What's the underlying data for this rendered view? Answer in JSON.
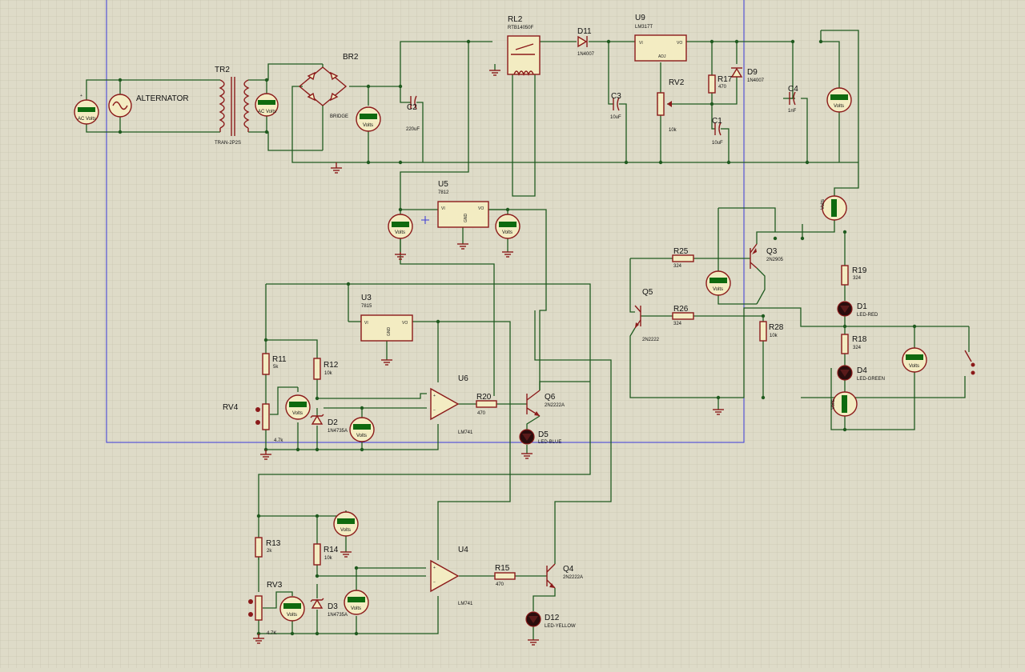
{
  "labels": {
    "alternator": "ALTERNATOR",
    "tr2": "TR2",
    "tr2_val": "TRAN-2P2S",
    "br2": "BR2",
    "bridge": "BRIDGE",
    "c2": "C2",
    "c2_val": "220uF",
    "rl2": "RL2",
    "rl2_val": "RTB14050F",
    "d11": "D11",
    "d11_val": "1N4007",
    "u9": "U9",
    "u9_val": "LM317T",
    "rv2": "RV2",
    "rv2_val": "10k",
    "r17": "R17",
    "r17_val": "470",
    "d9": "D9",
    "d9_val": "1N4007",
    "c3": "C3",
    "c3_val": "10uF",
    "c1": "C1",
    "c1_val": "10uF",
    "c4": "C4",
    "c4_val": "1nF",
    "u5": "U5",
    "u5_val": "7812",
    "u3": "U3",
    "u3_val": "7815",
    "u6": "U6",
    "u6_val": "LM741",
    "u4": "U4",
    "u4_val": "LM741",
    "r11": "R11",
    "r11_val": "5k",
    "r12": "R12",
    "r12_val": "10k",
    "rv4": "RV4",
    "rv4_val": "4.7k",
    "d2": "D2",
    "d2_val": "1N4735A",
    "r20": "R20",
    "r20_val": "470",
    "q6": "Q6",
    "q6_val": "2N2222A",
    "d5": "D5",
    "d5_val": "LED-BLUE",
    "r13": "R13",
    "r13_val": "2k",
    "r14": "R14",
    "r14_val": "10k",
    "rv3": "RV3",
    "rv3_val": "4.7K",
    "d3": "D3",
    "d3_val": "1N4735A",
    "r15": "R15",
    "r15_val": "470",
    "q4": "Q4",
    "q4_val": "2N2222A",
    "d12": "D12",
    "d12_val": "LED-YELLOW",
    "r25": "R25",
    "r25_val": "324",
    "q3": "Q3",
    "q3_val": "2N2905",
    "q5": "Q5",
    "q5_val": "2N2222",
    "r26": "R26",
    "r26_val": "324",
    "r28": "R28",
    "r28_val": "10k",
    "r19": "R19",
    "r19_val": "324",
    "d1": "D1",
    "d1_val": "LED-RED",
    "r18": "R18",
    "r18_val": "324",
    "d4": "D4",
    "d4_val": "LED-GREEN",
    "pin_vi": "VI",
    "pin_vo": "VO",
    "pin_gnd": "GND",
    "pin_adj": "ADJ",
    "ac_volts": "AC Volts",
    "volts": "Volts"
  },
  "colors": {
    "background": "#dedbc8",
    "grid": "#c9c6b1",
    "wire": "#1f5a1f",
    "component": "#8b1a1a",
    "sheet_border": "#3a3ad8",
    "meter_display": "#0f6a0f",
    "led": "#2a0d0d"
  },
  "icons": {
    "meter": "voltmeter-icon",
    "ground": "ground-icon",
    "led": "led-icon",
    "switch": "switch-icon",
    "ac_source": "ac-source-icon"
  }
}
